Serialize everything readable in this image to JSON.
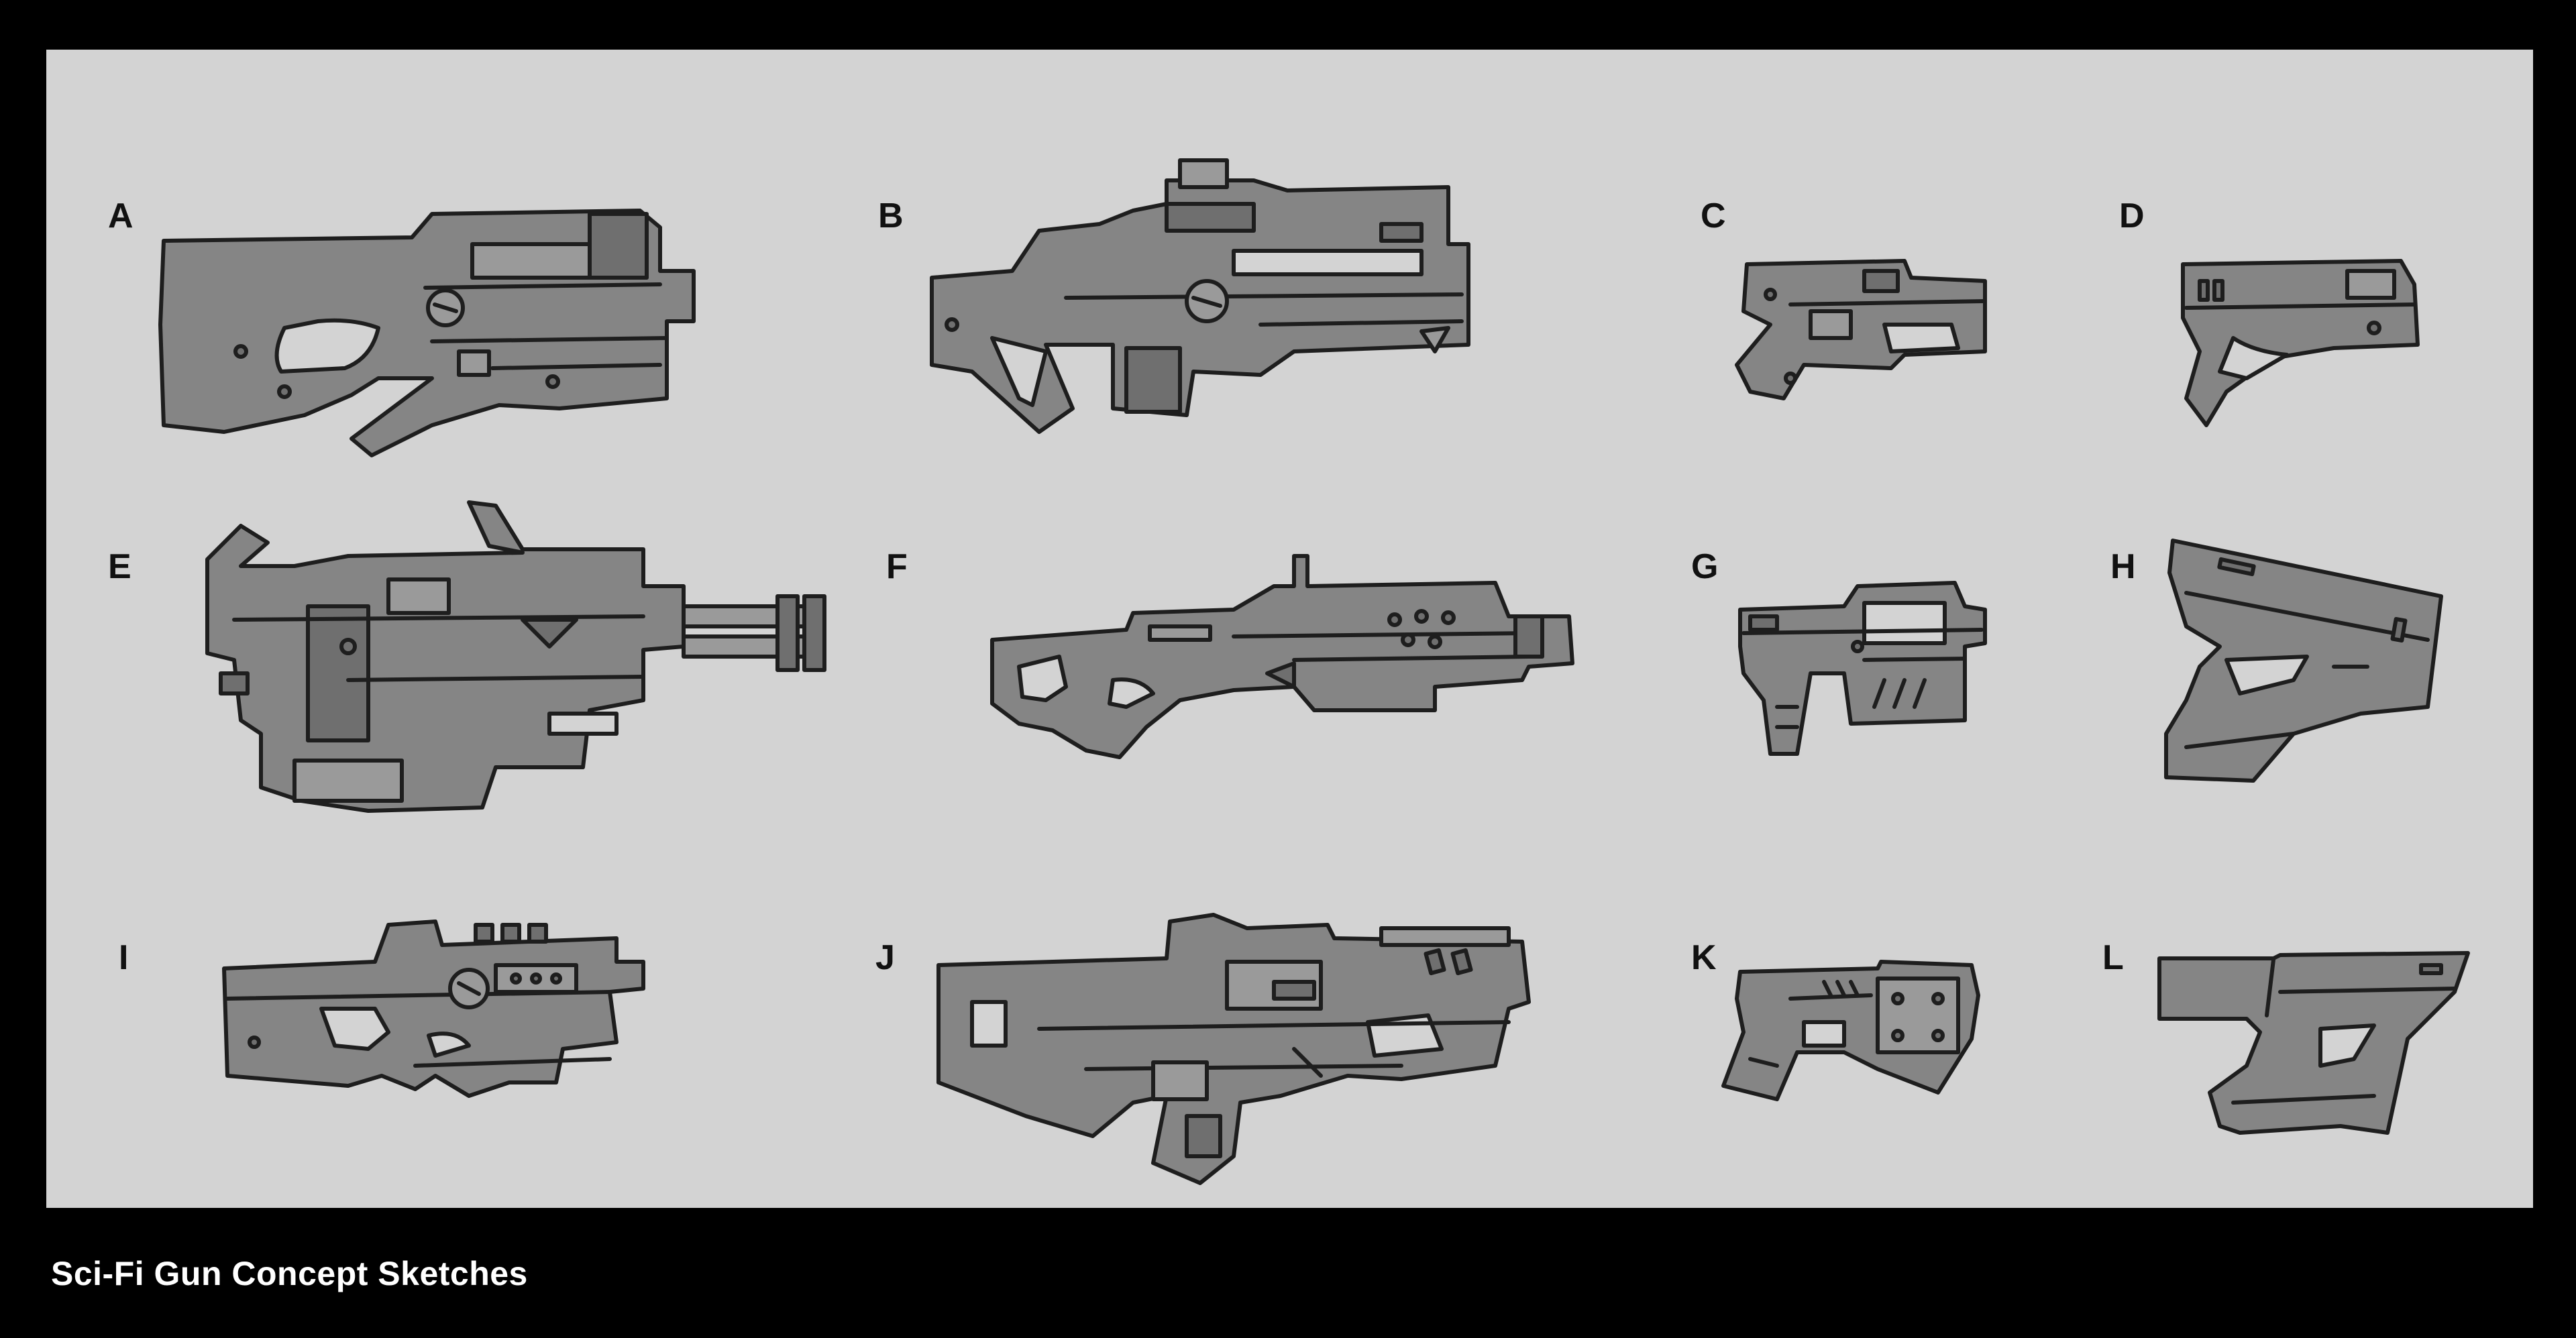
{
  "caption": "Sci-Fi Gun Concept Sketches",
  "colors": {
    "frame": "#000000",
    "panel": "#d3d3d3",
    "sketch_fill": "#858585",
    "ink": "#1e1e1e",
    "caption_text": "#ffffff"
  },
  "sketches": [
    {
      "label": "A"
    },
    {
      "label": "B"
    },
    {
      "label": "C"
    },
    {
      "label": "D"
    },
    {
      "label": "E"
    },
    {
      "label": "F"
    },
    {
      "label": "G"
    },
    {
      "label": "H"
    },
    {
      "label": "I"
    },
    {
      "label": "J"
    },
    {
      "label": "K"
    },
    {
      "label": "L"
    }
  ]
}
